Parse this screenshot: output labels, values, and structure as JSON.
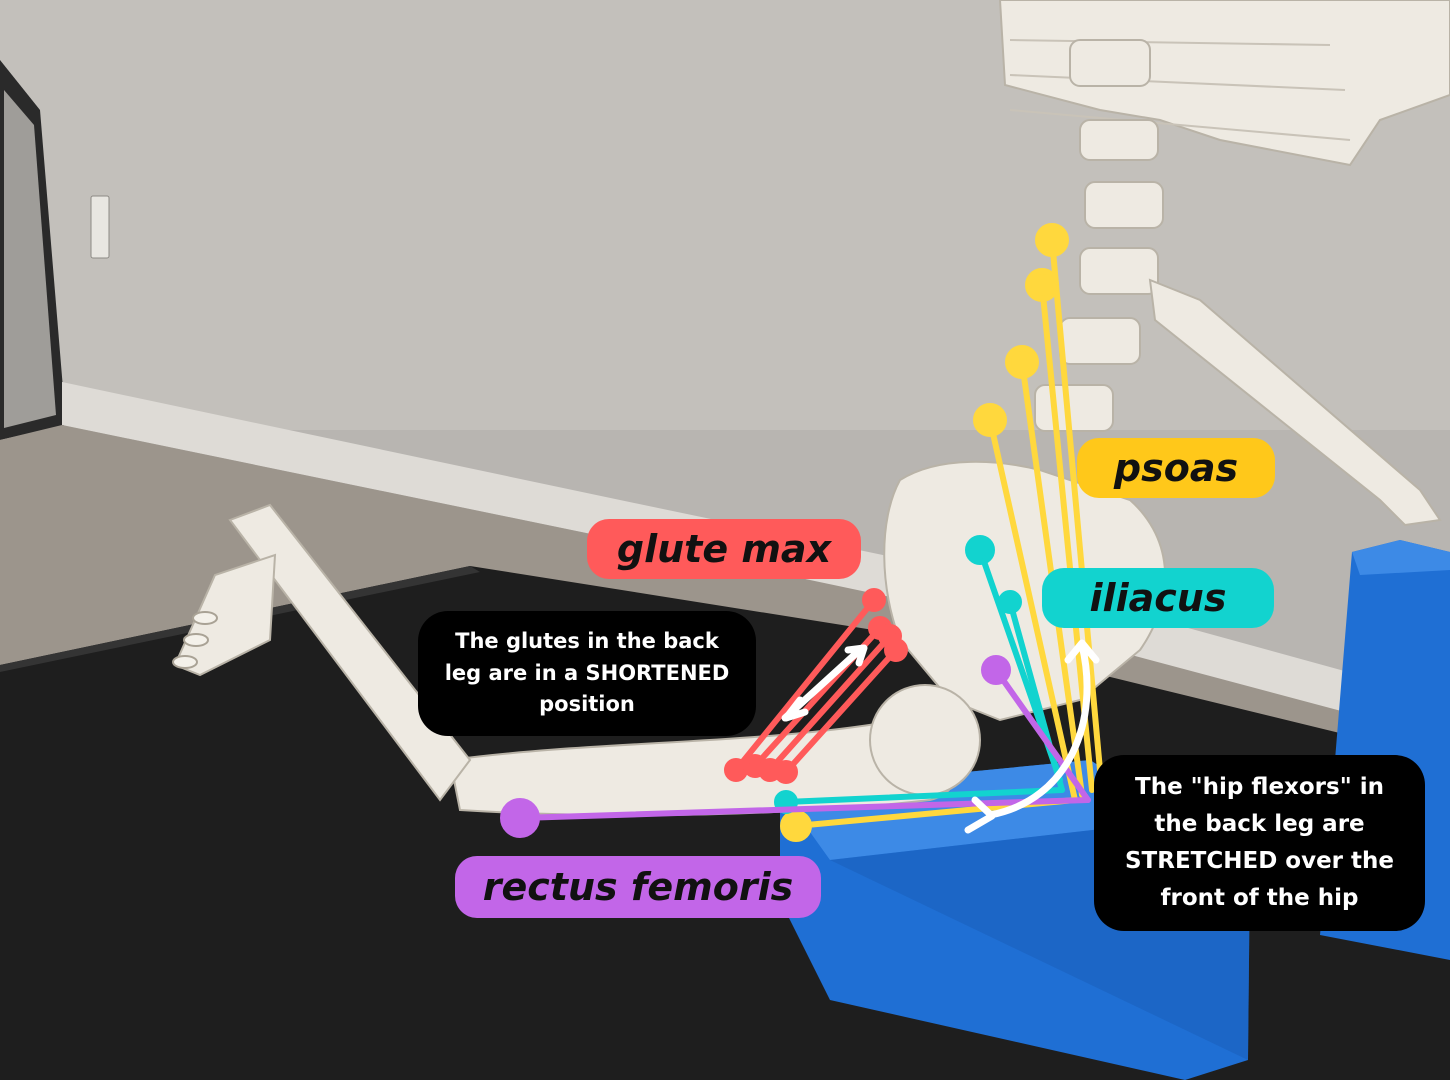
{
  "labels": {
    "glute_max": "glute max",
    "psoas": "psoas",
    "iliacus": "iliacus",
    "rectus_femoris": "rectus femoris"
  },
  "notes": {
    "glutes": "The glutes in the back leg are in a SHORTENED position",
    "hip_flexors": "The \"hip flexors\" in the back leg are STRETCHED over the front of the hip"
  },
  "colors": {
    "glute_max": "#ff5a5a",
    "psoas": "#ffd83d",
    "iliacus": "#12d3cf",
    "rectus_femoris": "#c266e8",
    "note_bg": "#000000",
    "arrow": "#ffffff",
    "wall": "#b9b6b2",
    "carpet": "#9b948c",
    "mat": "#1d1d1d",
    "block": "#1d6fd6",
    "bone": "#eeeae2"
  }
}
